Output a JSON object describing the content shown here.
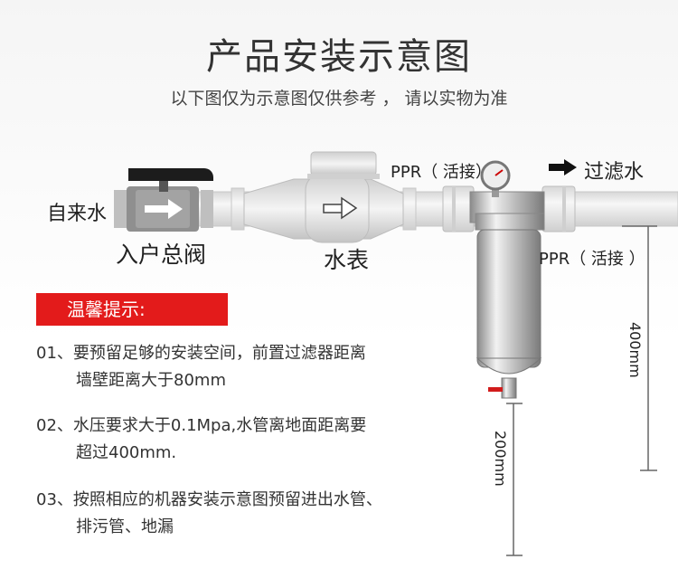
{
  "header": {
    "title": "产品安装示意图",
    "subtitle": "以下图仅为示意图仅供参考 ， 请以实物为准"
  },
  "labels": {
    "inlet": "自来水",
    "main_valve": "入户总阀",
    "water_meter": "水表",
    "ppr_top": "PPR（ 活接）",
    "ppr_right": "PPR（ 活接 ）",
    "outlet": "过滤水",
    "dim_400": "400mm",
    "dim_200": "200mm"
  },
  "tips": {
    "heading": "温馨提示:",
    "items": [
      {
        "line1": "01、要预留足够的安装空间，前置过滤器距离",
        "line2": "墙壁距离大于80mm"
      },
      {
        "line1": "02、水压要求大于0.1Mpa,水管离地面距离要",
        "line2": "超过400mm."
      },
      {
        "line1": "03、按照相应的机器安装示意图预留进出水管、",
        "line2": "排污管、地漏"
      }
    ]
  },
  "colors": {
    "accent_red": "#e31b1b",
    "pipe": "#e6e6e6",
    "steel": "#c9c9c9",
    "valve_handle": "#222222"
  }
}
